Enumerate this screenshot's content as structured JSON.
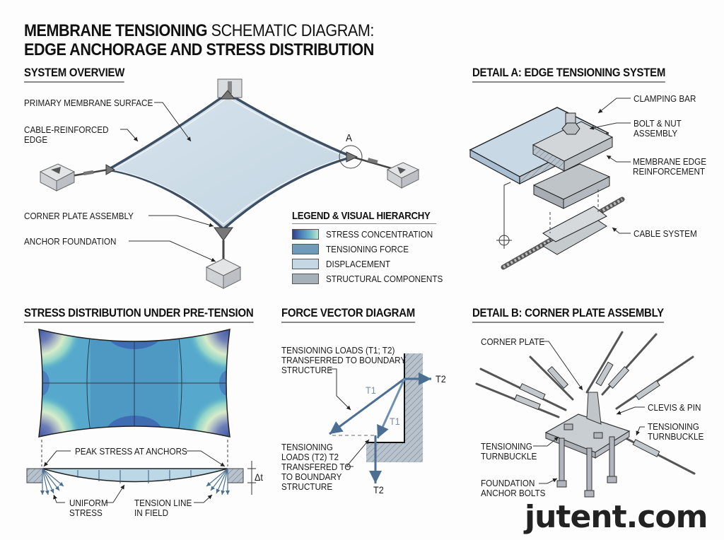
{
  "title": {
    "bold_part": "MEMBRANE TENSIONING",
    "thin_part": " SCHEMATIC DIAGRAM:",
    "line2": "EDGE ANCHORAGE  AND STRESS DISTRIBUTION"
  },
  "sections": {
    "system_overview": "SYSTEM OVERVIEW",
    "detail_a": "DETAIL A: EDGE TENSIONING SYSTEM",
    "stress_distribution": "STRESS DISTRIBUTION UNDER PRE-TENSION",
    "force_vector": "FORCE VECTOR DIAGRAM",
    "detail_b": "DETAIL B: CORNER PLATE ASSEMBLY"
  },
  "overview_labels": {
    "primary_membrane": "PRIMARY MEMBRANE SURFACE",
    "cable_edge": "CABLE-REINFORCED\nEDGE",
    "corner_plate": "CORNER PLATE ASSEMBLY",
    "anchor_foundation": "ANCHOR FOUNDATION",
    "detail_marker": "A"
  },
  "legend": {
    "title": "LEGEND & VISUAL HIERARCHY",
    "items": [
      {
        "label": "STRESS CONCENTRATION",
        "color": "gradient"
      },
      {
        "label": "TENSIONING FORCE",
        "color": "#6e9bb8"
      },
      {
        "label": "DISPLACEMENT",
        "color": "#c5d7e4"
      },
      {
        "label": "STRUCTURAL COMPONENTS",
        "color": "#a6b0b8"
      }
    ]
  },
  "detail_a_labels": {
    "clamping_bar": "CLAMPING BAR",
    "bolt_nut": "BOLT & NUT\nASSEMBLY",
    "membrane_edge": "MEMBRANE EDGE\nREINFORCEMENT",
    "cable_system": "CABLE SYSTEM"
  },
  "stress_labels": {
    "peak_stress": "PEAK STRESS AT ANCHORS",
    "uniform_stress": "UNIFORM\nSTRESS",
    "tension_line": "TENSION LINE\nIN FIELD",
    "delta": "Δt"
  },
  "force_labels": {
    "top_note": "TENSIONING LOADS (T1; T2)\nTRANSFERRED TO BOUNDARY\nSTRUCTURE",
    "bottom_note": "TENSIONING\nLOADS (T2) T2\nTRANSFERED TO\nTO BOUNDARY\nSTRUCTURE",
    "t1_upper": "T1",
    "t1_lower": "T1",
    "t2_right": "T2",
    "t2_down": "T2"
  },
  "detail_b_labels": {
    "corner_plate": "CORNER PLATE",
    "clevis_pin": "CLEVIS & PIN",
    "turnbuckle_right": "TENSIONING\nTURNBUCKLE",
    "turnbuckle_left": "TENSIONING\nTURNBUCKLE",
    "anchor_bolts": "FOUNDATION\nANCHOR BOLTS"
  },
  "colors": {
    "membrane_fill": "#cfdde8",
    "edge_cable": "#3d4f63",
    "stress_dark": "#3f5fa8",
    "stress_mid": "#4f9ec4",
    "stress_light": "#bfe6cf",
    "force_arrow": "#4a6f92",
    "metal": "#c4c9ce"
  },
  "watermark": "jutent.com"
}
